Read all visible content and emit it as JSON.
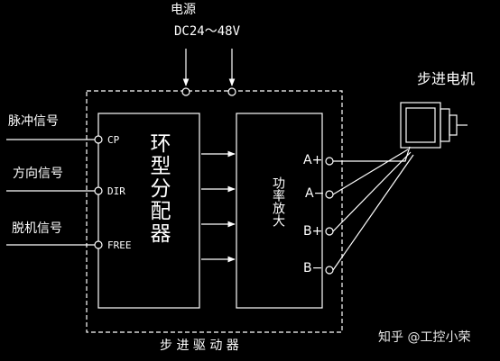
{
  "power": {
    "title": "电源",
    "voltage": "DC24～48V"
  },
  "inputs": [
    {
      "label": "脉冲信号",
      "pin": "CP"
    },
    {
      "label": "方向信号",
      "pin": "DIR"
    },
    {
      "label": "脱机信号",
      "pin": "FREE"
    }
  ],
  "distributor": {
    "label": "环型分配器"
  },
  "amplifier": {
    "label": "功率放大"
  },
  "outputs": [
    "A+",
    "A−",
    "B+",
    "B−"
  ],
  "motor": {
    "label": "步进电机"
  },
  "driver": {
    "label": "步 进 驱 动 器"
  },
  "watermark": {
    "text": "知乎 @工控小荣"
  }
}
